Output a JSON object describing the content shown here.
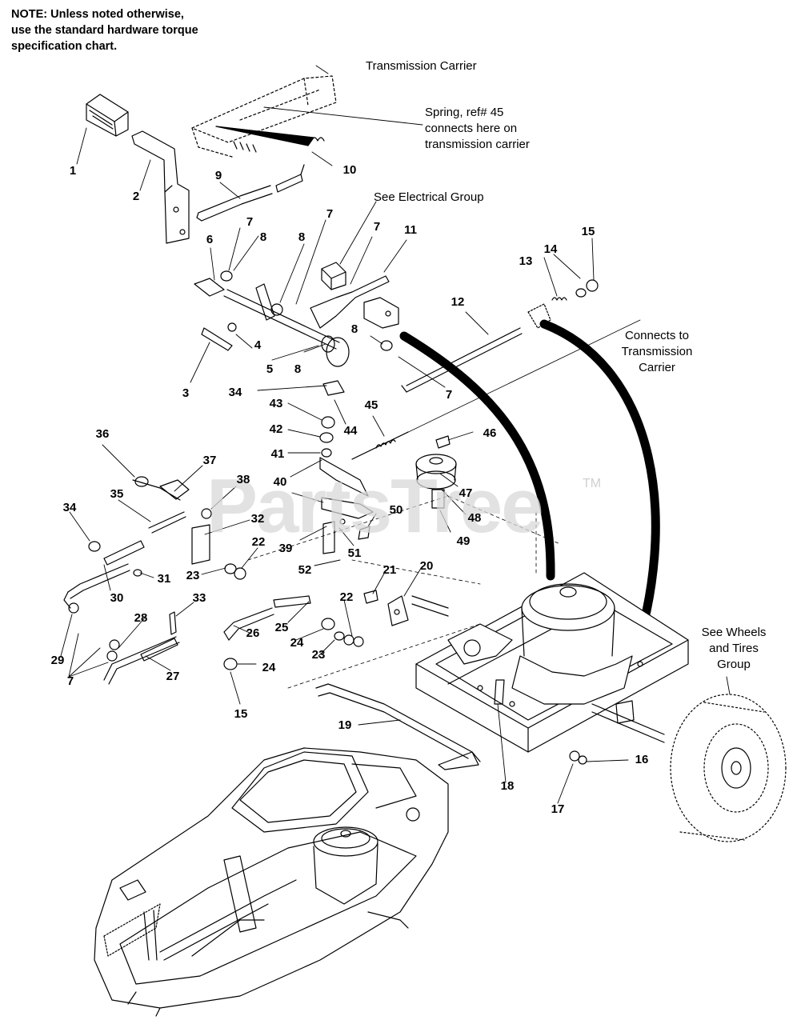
{
  "note": {
    "lines": [
      "NOTE: Unless noted otherwise,",
      "use the standard hardware torque",
      "specification chart."
    ]
  },
  "callouts": {
    "transmission_carrier": "Transmission Carrier",
    "spring_ref": [
      "Spring, ref# 45",
      "connects here on",
      "transmission carrier"
    ],
    "see_electrical": "See Electrical Group",
    "connects_to": [
      "Connects to",
      "Transmission",
      "Carrier"
    ],
    "see_wheels": [
      "See Wheels",
      "and Tires",
      "Group"
    ]
  },
  "parts": {
    "p1": "1",
    "p2": "2",
    "p3": "3",
    "p4": "4",
    "p5": "5",
    "p6": "6",
    "p7a": "7",
    "p7b": "7",
    "p7c": "7",
    "p7d": "7",
    "p7e": "7",
    "p8a": "8",
    "p8b": "8",
    "p8c": "8",
    "p8d": "8",
    "p9": "9",
    "p10": "10",
    "p11": "11",
    "p12": "12",
    "p13": "13",
    "p14": "14",
    "p15a": "15",
    "p15b": "15",
    "p16": "16",
    "p17": "17",
    "p18": "18",
    "p19": "19",
    "p20": "20",
    "p21": "21",
    "p22a": "22",
    "p22b": "22",
    "p23a": "23",
    "p23b": "23",
    "p24a": "24",
    "p24b": "24",
    "p25": "25",
    "p26": "26",
    "p27": "27",
    "p28": "28",
    "p29": "29",
    "p30": "30",
    "p31": "31",
    "p32": "32",
    "p33": "33",
    "p34a": "34",
    "p34b": "34",
    "p35": "35",
    "p36": "36",
    "p37": "37",
    "p38": "38",
    "p39": "39",
    "p40": "40",
    "p41": "41",
    "p42": "42",
    "p43": "43",
    "p44": "44",
    "p45": "45",
    "p46": "46",
    "p47": "47",
    "p48": "48",
    "p49": "49",
    "p50": "50",
    "p51": "51",
    "p52": "52"
  },
  "watermark": {
    "text": "PartsTree",
    "tm": "TM"
  },
  "colors": {
    "ink": "#000000",
    "watermark": "#d9d9d9",
    "background": "#ffffff"
  }
}
